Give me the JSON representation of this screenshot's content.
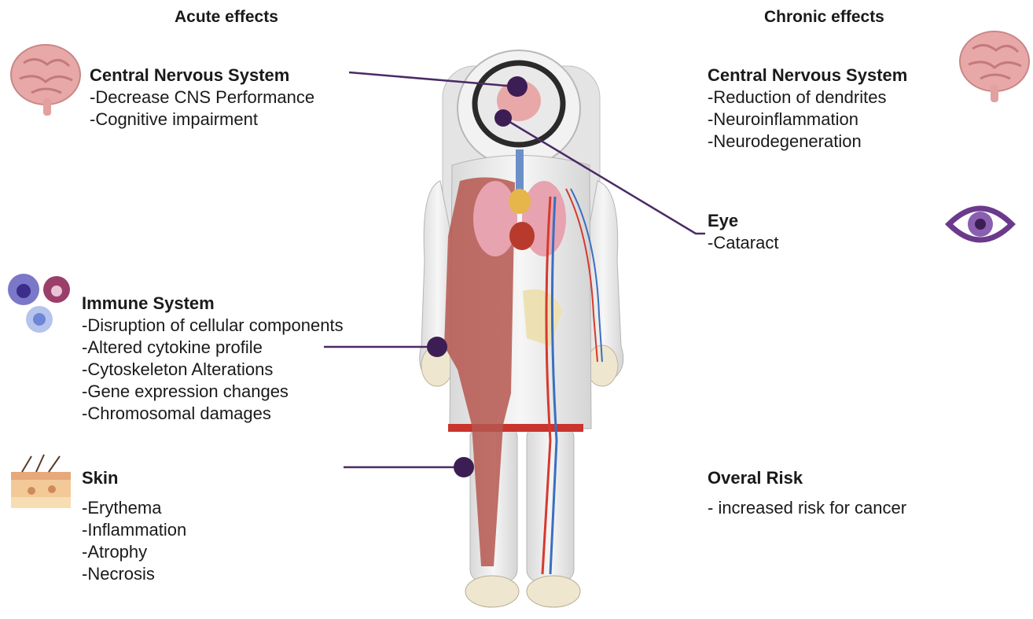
{
  "headers": {
    "acute": "Acute effects",
    "chronic": "Chronic effects"
  },
  "acute": {
    "cns": {
      "title": "Central Nervous System",
      "items": [
        "-Decrease CNS Performance",
        "-Cognitive impairment"
      ]
    },
    "immune": {
      "title": "Immune  System",
      "items": [
        "-Disruption of cellular components",
        "-Altered cytokine profile",
        "-Cytoskeleton Alterations",
        "-Gene expression changes",
        "-Chromosomal damages"
      ]
    },
    "skin": {
      "title": "Skin",
      "items": [
        "-Erythema",
        "-Inflammation",
        "-Atrophy",
        "-Necrosis"
      ]
    }
  },
  "chronic": {
    "cns": {
      "title": "Central Nervous System",
      "items": [
        "-Reduction of dendrites",
        "-Neuroinflammation",
        "-Neurodegeneration"
      ]
    },
    "eye": {
      "title": "Eye",
      "items": [
        "-Cataract"
      ]
    },
    "risk": {
      "title": "Overal Risk",
      "items": [
        "- increased risk for cancer"
      ]
    }
  },
  "colors": {
    "marker": "#3d1e54",
    "line": "#4b2a66",
    "brain": "#e8a8a8",
    "eye": "#6b3a8c",
    "muscle": "#b5574f",
    "suit": "#eeeeee"
  },
  "icons": [
    "brain-icon",
    "immune-cells-icon",
    "skin-icon",
    "eye-icon",
    "astronaut-anatomy-illustration"
  ]
}
